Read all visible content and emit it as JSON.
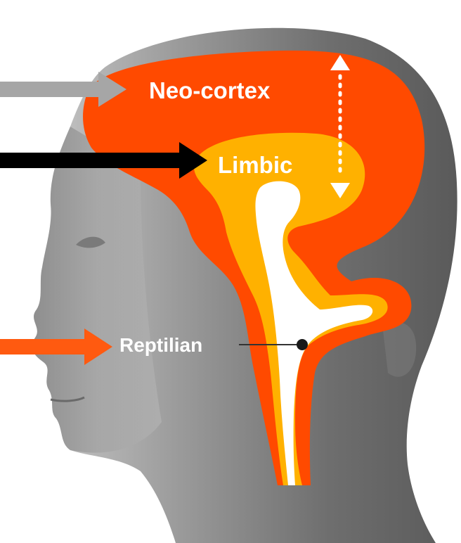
{
  "labels": {
    "neocortex": "Neo-cortex",
    "limbic": "Limbic",
    "reptilian": "Reptilian"
  },
  "colors": {
    "neocortex": "#ff4a00",
    "limbic": "#ffb100",
    "reptilian_core": "#ffffff",
    "head": "#8a8a8a",
    "arrow_gray": "#a6a6a6",
    "arrow_black": "#000000",
    "arrow_orange": "#ff5a10"
  }
}
